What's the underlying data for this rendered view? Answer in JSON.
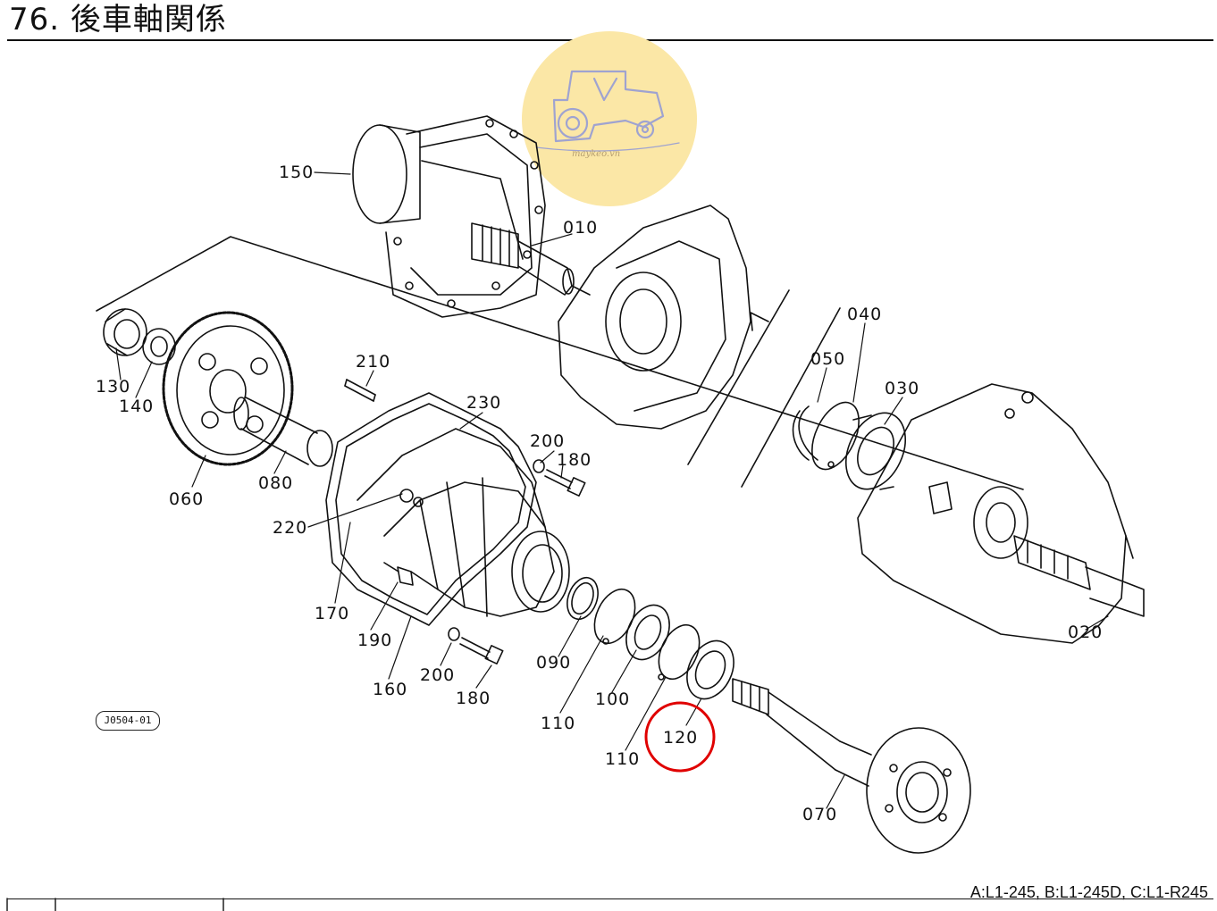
{
  "page": {
    "title": "76. 後車軸関係",
    "footer_models": "A:L1-245, B:L1-245D, C:L1-R245",
    "figure_code": "J0504-01",
    "watermark_text": "maykeo.vn",
    "watermark_color": "#fbe7a6",
    "highlight_color": "#e00000"
  },
  "parts": [
    {
      "id": "150",
      "label": "150"
    },
    {
      "id": "010",
      "label": "010"
    },
    {
      "id": "040",
      "label": "040"
    },
    {
      "id": "050",
      "label": "050"
    },
    {
      "id": "030",
      "label": "030"
    },
    {
      "id": "210",
      "label": "210"
    },
    {
      "id": "230",
      "label": "230"
    },
    {
      "id": "200a",
      "label": "200"
    },
    {
      "id": "180a",
      "label": "180"
    },
    {
      "id": "130",
      "label": "130"
    },
    {
      "id": "140",
      "label": "140"
    },
    {
      "id": "060",
      "label": "060"
    },
    {
      "id": "080",
      "label": "080"
    },
    {
      "id": "220",
      "label": "220"
    },
    {
      "id": "170",
      "label": "170"
    },
    {
      "id": "190",
      "label": "190"
    },
    {
      "id": "160",
      "label": "160"
    },
    {
      "id": "200b",
      "label": "200"
    },
    {
      "id": "180b",
      "label": "180"
    },
    {
      "id": "090",
      "label": "090"
    },
    {
      "id": "110a",
      "label": "110"
    },
    {
      "id": "100",
      "label": "100"
    },
    {
      "id": "110b",
      "label": "110"
    },
    {
      "id": "120",
      "label": "120",
      "highlighted": true
    },
    {
      "id": "070",
      "label": "070"
    },
    {
      "id": "020",
      "label": "020"
    }
  ]
}
